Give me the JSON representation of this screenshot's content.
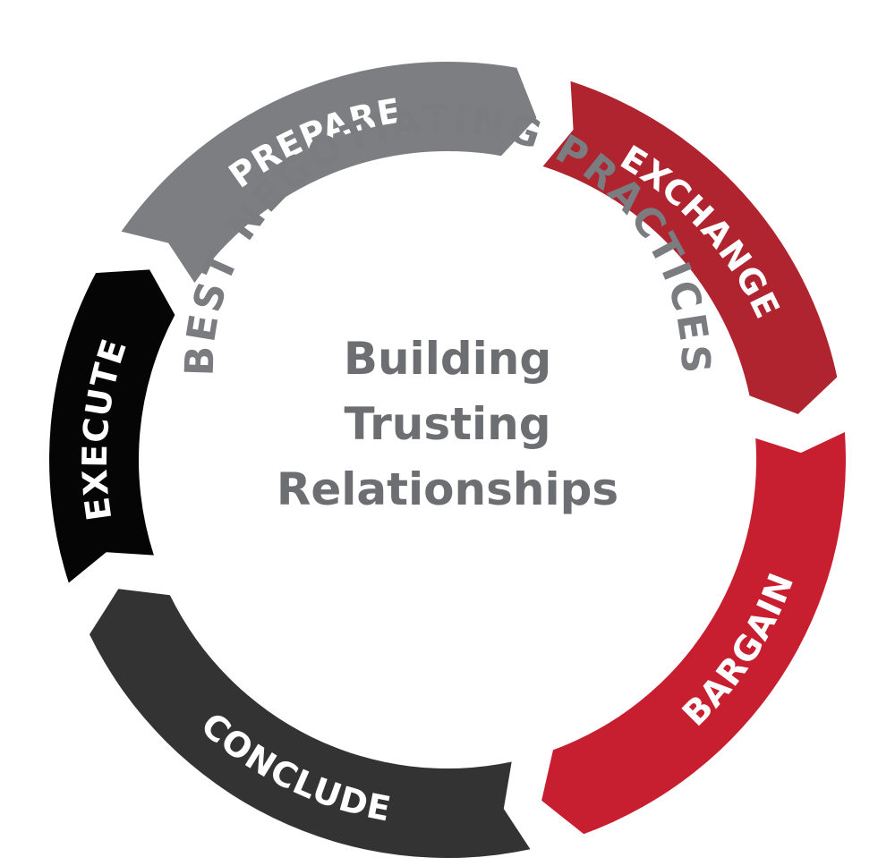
{
  "diagram": {
    "arc_title": "BEST NEGOTIATING PRACTICES",
    "center_lines": [
      "Building",
      "Trusting",
      "Relationships"
    ],
    "segments": [
      {
        "id": "prepare",
        "label": "PREPARE",
        "color": "#7d7e82"
      },
      {
        "id": "exchange",
        "label": "EXCHANGE",
        "color": "#b0242f"
      },
      {
        "id": "bargain",
        "label": "BARGAIN",
        "color": "#c81f30"
      },
      {
        "id": "conclude",
        "label": "CONCLUDE",
        "color": "#333333"
      },
      {
        "id": "execute",
        "label": "EXECUTE",
        "color": "#050505"
      }
    ]
  }
}
